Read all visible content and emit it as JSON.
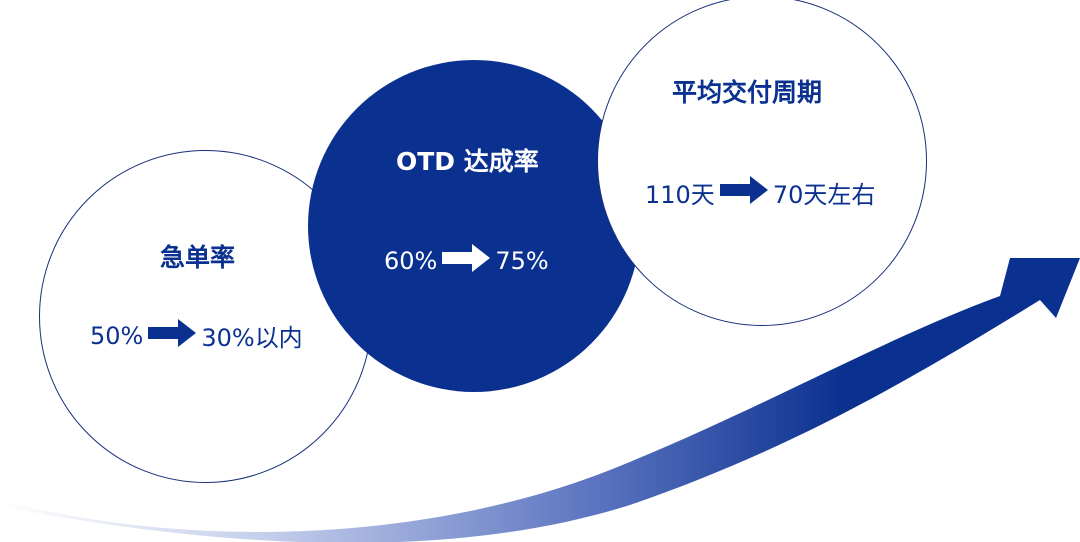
{
  "colors": {
    "primary": "#0b3190",
    "outline": "#1a2f7a",
    "background": "#ffffff",
    "arrow_fade": "#c9d3ee"
  },
  "metrics": [
    {
      "title": "急单率",
      "from": "50%",
      "to": "30%以内",
      "style": "outline",
      "icon": "right-arrow-icon"
    },
    {
      "title": "OTD 达成率",
      "from": "60%",
      "to": "75%",
      "style": "filled",
      "icon": "right-arrow-icon"
    },
    {
      "title": "平均交付周期",
      "from": "110天",
      "to": "70天左右",
      "style": "outline",
      "icon": "right-arrow-icon"
    }
  ],
  "trend_arrow": {
    "icon": "upward-trend-arrow-icon",
    "direction": "up-right"
  }
}
